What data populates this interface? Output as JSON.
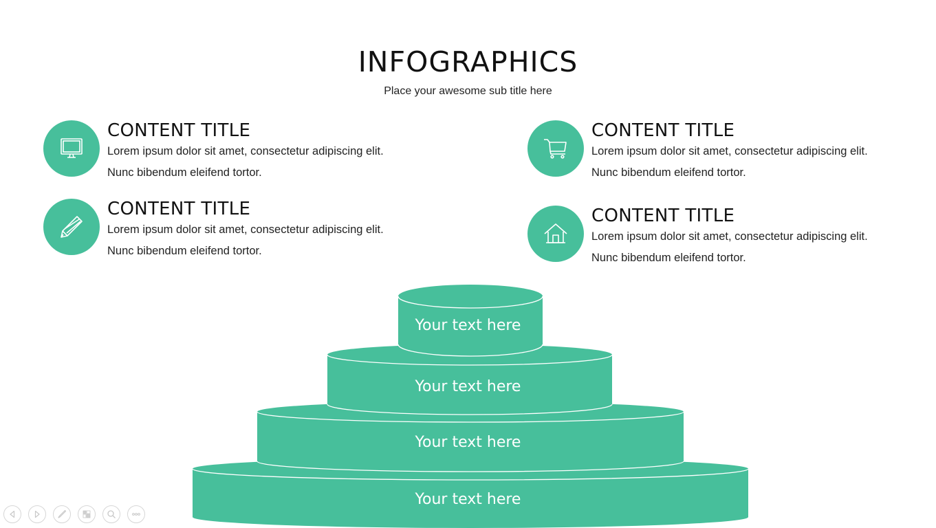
{
  "slide": {
    "title": "INFOGRAPHICS",
    "subtitle": "Place your awesome sub title here",
    "accent_color": "#47bf9b"
  },
  "content_items": [
    {
      "icon": "monitor-icon",
      "title": "CONTENT TITLE",
      "line1": "Lorem ipsum dolor sit amet, consectetur adipiscing elit.",
      "line2": "Nunc bibendum eleifend tortor."
    },
    {
      "icon": "pencil-icon",
      "title": "CONTENT TITLE",
      "line1": "Lorem ipsum dolor sit amet, consectetur adipiscing elit.",
      "line2": "Nunc bibendum eleifend tortor."
    },
    {
      "icon": "shopping-cart-icon",
      "title": "CONTENT TITLE",
      "line1": "Lorem ipsum dolor sit amet, consectetur adipiscing elit.",
      "line2": "Nunc bibendum eleifend tortor."
    },
    {
      "icon": "home-icon",
      "title": "CONTENT TITLE",
      "line1": "Lorem ipsum dolor sit amet, consectetur adipiscing elit.",
      "line2": "Nunc bibendum eleifend tortor."
    }
  ],
  "pyramid": {
    "tiers": [
      {
        "label": "Your text here"
      },
      {
        "label": "Your text here"
      },
      {
        "label": "Your text here"
      },
      {
        "label": "Your text here"
      }
    ]
  },
  "presenter_toolbar": {
    "buttons": [
      {
        "name": "previous-slide",
        "icon": "arrow-left-icon"
      },
      {
        "name": "next-slide",
        "icon": "arrow-right-icon"
      },
      {
        "name": "pen-tool",
        "icon": "pen-icon"
      },
      {
        "name": "slide-overview",
        "icon": "slides-grid-icon"
      },
      {
        "name": "zoom",
        "icon": "magnifier-icon"
      },
      {
        "name": "more-options",
        "icon": "ellipsis-icon"
      }
    ]
  }
}
